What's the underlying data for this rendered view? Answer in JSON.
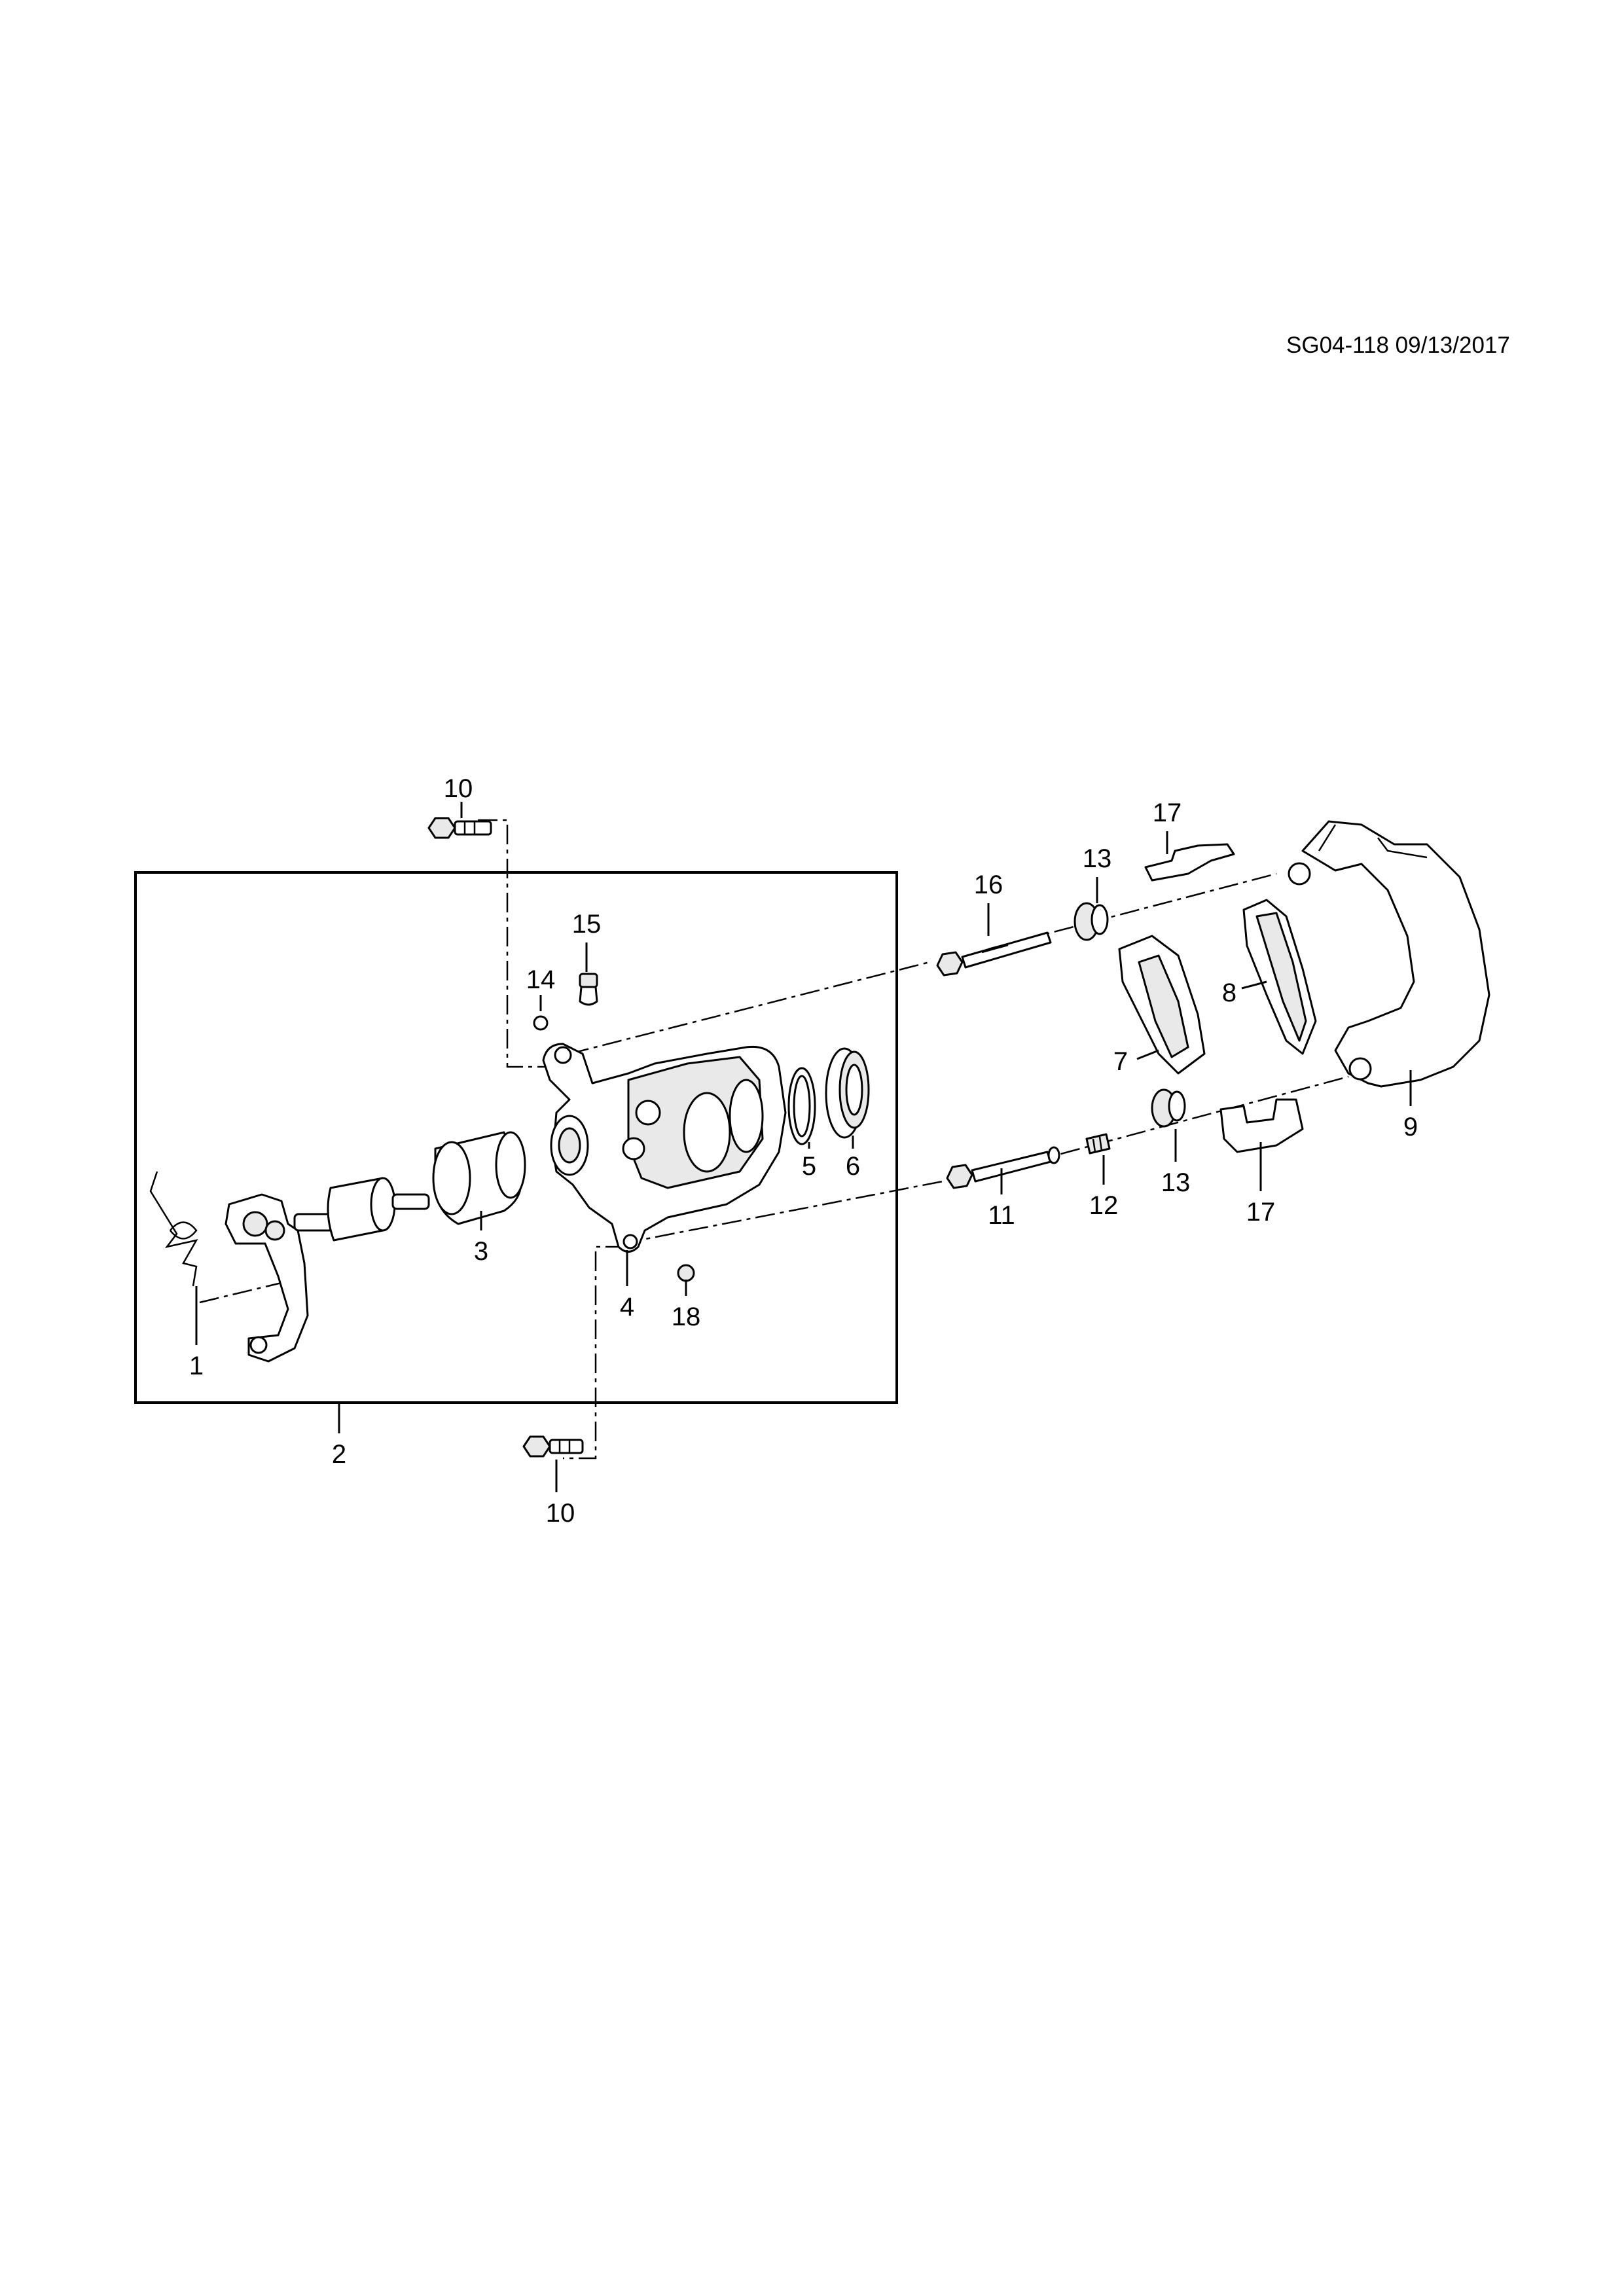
{
  "doc_ref": "SG04-118 09/13/2017",
  "callouts": {
    "c1": "1",
    "c2": "2",
    "c3": "3",
    "c4": "4",
    "c5": "5",
    "c6": "6",
    "c7": "7",
    "c8": "8",
    "c9": "9",
    "c10_top": "10",
    "c10_bottom": "10",
    "c11": "11",
    "c12": "12",
    "c13_top": "13",
    "c13_bottom": "13",
    "c14": "14",
    "c15": "15",
    "c16": "16",
    "c17_top": "17",
    "c17_bottom": "17",
    "c18": "18"
  }
}
